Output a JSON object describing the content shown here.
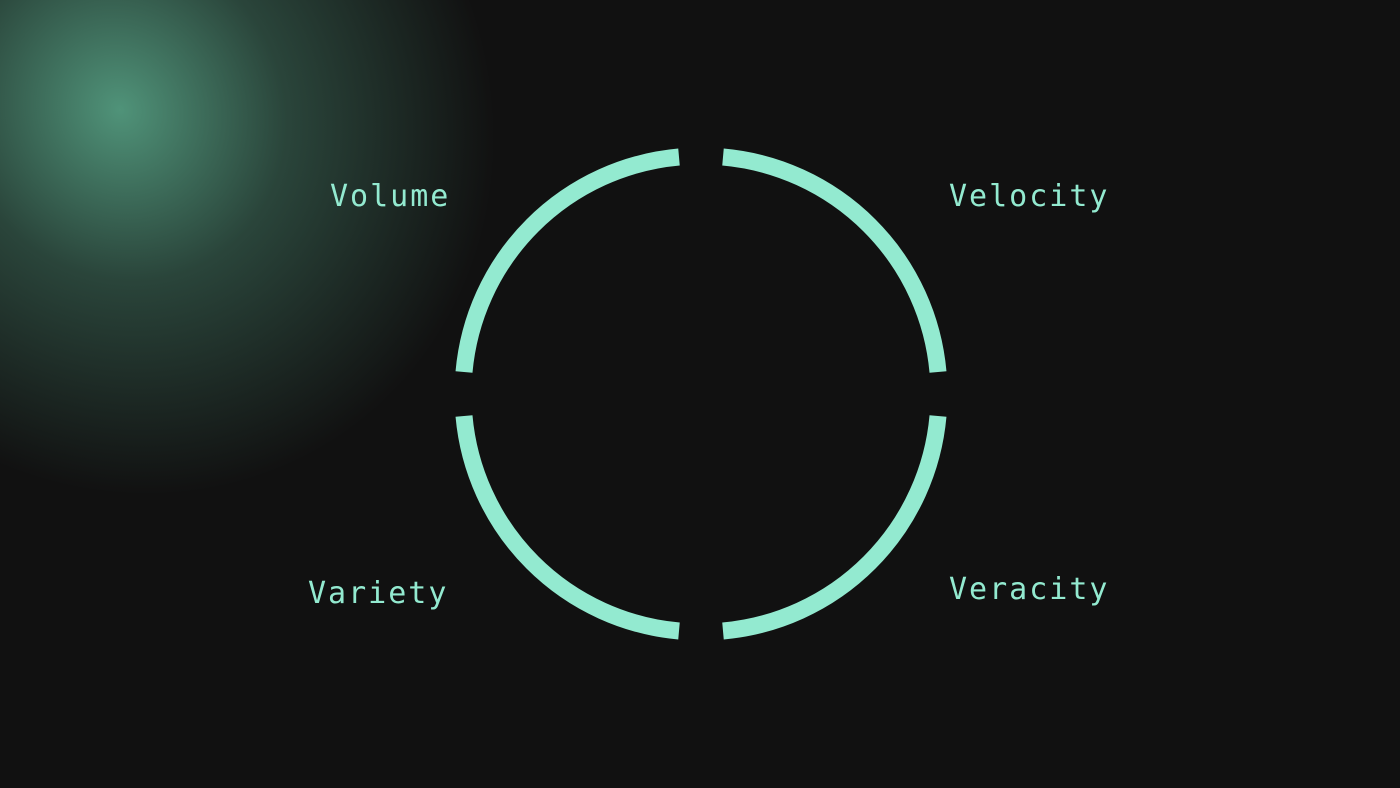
{
  "colors": {
    "background": "#111111",
    "accent": "#93ead0",
    "glow": "#6fd4ad"
  },
  "quadrants": [
    {
      "id": "volume",
      "label": "Volume"
    },
    {
      "id": "velocity",
      "label": "Velocity"
    },
    {
      "id": "variety",
      "label": "Variety"
    },
    {
      "id": "veracity",
      "label": "Veracity"
    }
  ]
}
